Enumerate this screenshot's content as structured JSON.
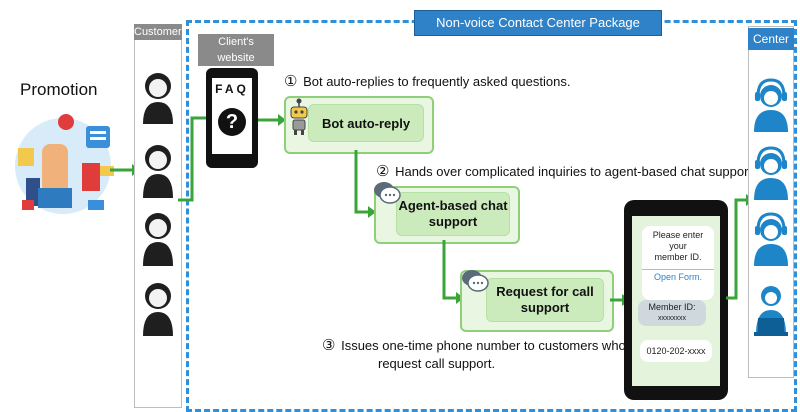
{
  "promotion": {
    "label": "Promotion"
  },
  "customers": {
    "header": "Customers"
  },
  "client_site": {
    "header": "Client's website",
    "faq_text": "FAQ",
    "question_mark": "?"
  },
  "package": {
    "title": "Non-voice Contact Center Package"
  },
  "steps": [
    {
      "num": "①",
      "text": "Bot auto-replies to frequently asked questions."
    },
    {
      "num": "②",
      "text": "Hands over complicated inquiries to agent-based chat support."
    },
    {
      "num": "③",
      "text": "Issues one-time phone number to customers who",
      "text2": "request call support."
    }
  ],
  "boxes": {
    "bot": "Bot auto-reply",
    "agent_line1": "Agent-based chat",
    "agent_line2": "support",
    "call_line1": "Request for call",
    "call_line2": "support"
  },
  "phone_chat": {
    "msg1_line1": "Please enter",
    "msg1_line2": "your",
    "msg1_line3": "member ID.",
    "link": "Open Form.",
    "msg2_line1": "Member ID:",
    "msg2_line2": "xxxxxxxx",
    "msg3": "0120-202-xxxx"
  },
  "center": {
    "header": "Center"
  },
  "colors": {
    "accent_blue": "#2f82c7",
    "dashed_blue": "#2f8fd8",
    "green": "#8fcf7a",
    "arrow_green": "#3aa43a"
  }
}
